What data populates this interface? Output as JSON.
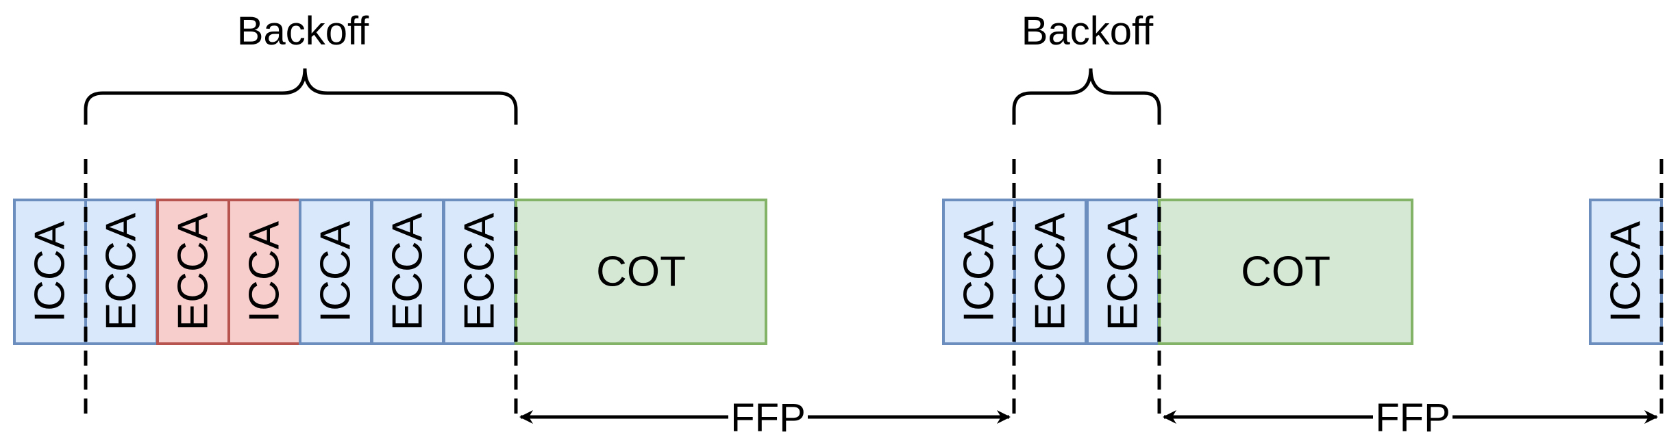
{
  "colors": {
    "blue_fill": "#dae8fc",
    "blue_stroke": "#6c8ebf",
    "red_fill": "#f8cecc",
    "red_stroke": "#b85450",
    "green_fill": "#d5e8d4",
    "green_stroke": "#82b366",
    "line": "#000000"
  },
  "backoff_labels": [
    "Backoff",
    "Backoff"
  ],
  "ffp_labels": [
    "FFP",
    "FFP"
  ],
  "slots": [
    {
      "label": "ICCA",
      "state": "idle"
    },
    {
      "label": "ECCA",
      "state": "idle"
    },
    {
      "label": "ECCA",
      "state": "busy"
    },
    {
      "label": "ICCA",
      "state": "busy"
    },
    {
      "label": "ICCA",
      "state": "idle"
    },
    {
      "label": "ECCA",
      "state": "idle"
    },
    {
      "label": "ECCA",
      "state": "idle"
    },
    {
      "label": "ICCA",
      "state": "idle"
    },
    {
      "label": "ECCA",
      "state": "idle"
    },
    {
      "label": "ECCA",
      "state": "idle"
    },
    {
      "label": "ICCA",
      "state": "idle"
    }
  ],
  "cot_blocks": [
    {
      "label": "COT"
    },
    {
      "label": "COT"
    }
  ]
}
